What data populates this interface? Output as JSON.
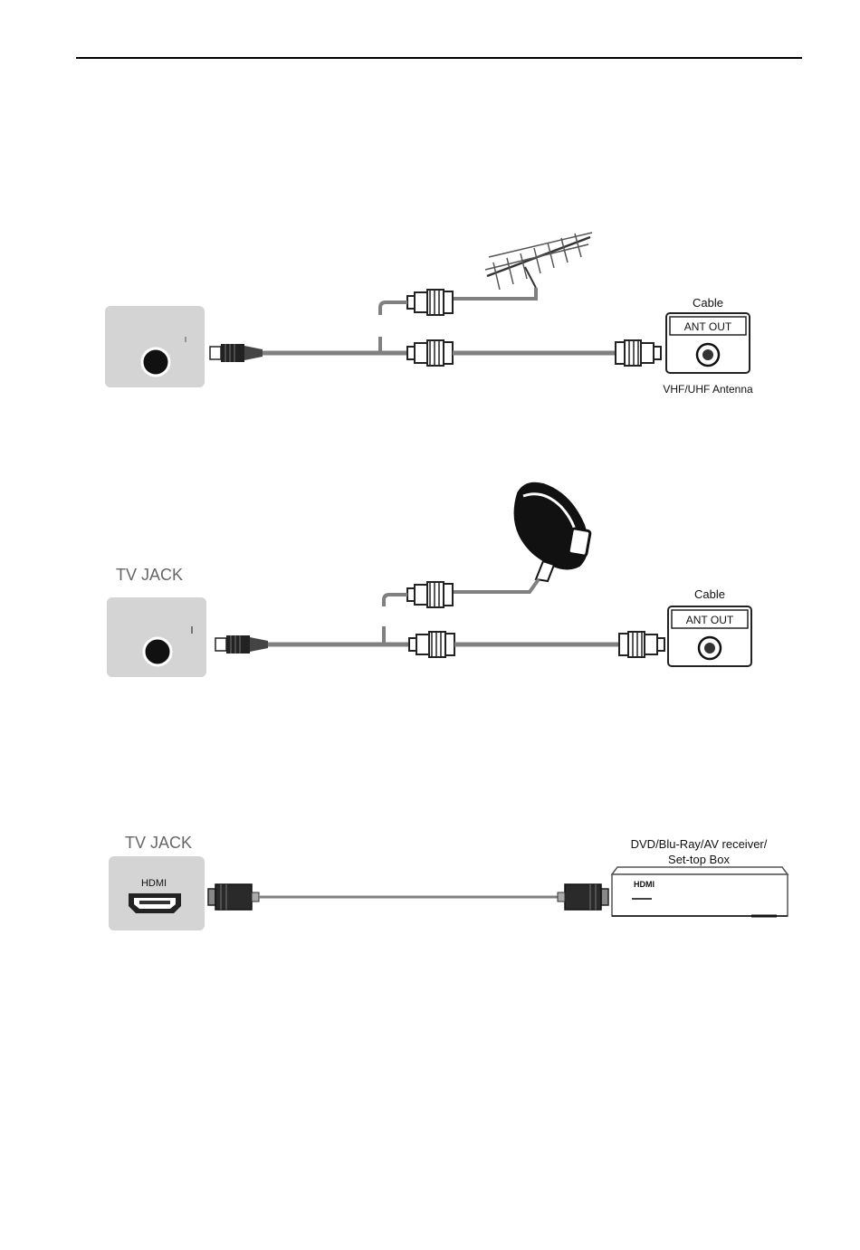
{
  "colors": {
    "jack_bg": "#d4d4d4",
    "cable": "#808080",
    "connector": "#333333",
    "line": "#000000",
    "device_stroke": "#222222"
  },
  "diagram_antenna": {
    "device": {
      "title": "Cable",
      "port": "ANT OUT",
      "caption": "VHF/UHF Antenna"
    },
    "icons": [
      "antenna-icon",
      "coax-connector-icon",
      "coax-port-icon"
    ]
  },
  "diagram_satellite": {
    "jack_title": "TV JACK",
    "device": {
      "title": "Cable",
      "port": "ANT OUT"
    },
    "icons": [
      "satellite-dish-icon",
      "coax-connector-icon",
      "coax-port-icon"
    ]
  },
  "diagram_hdmi": {
    "jack_title": "TV JACK",
    "jack_port": "HDMI",
    "device": {
      "title_line1": "DVD/Blu-Ray/AV receiver/",
      "title_line2": "Set-top Box",
      "port": "HDMI"
    },
    "icons": [
      "hdmi-port-icon",
      "hdmi-connector-icon",
      "set-top-box-icon"
    ]
  }
}
